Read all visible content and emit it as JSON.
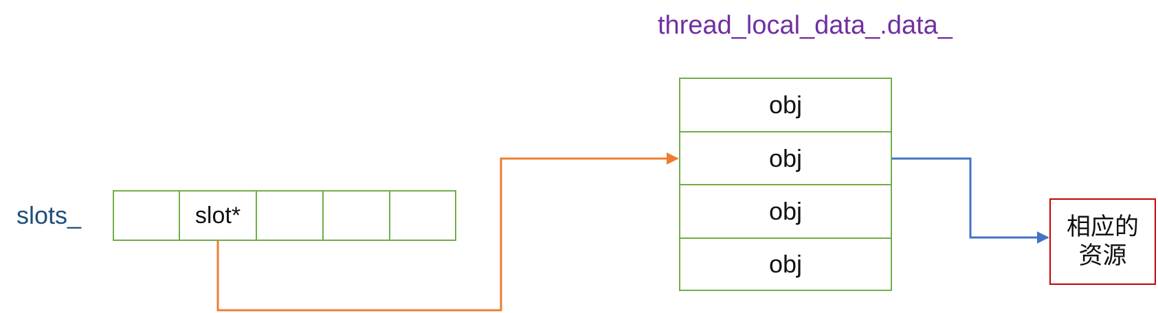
{
  "diagram": {
    "title": "thread_local_data_.data_",
    "slots_label": "slots_",
    "slot_cells": [
      "",
      "slot*",
      "",
      "",
      ""
    ],
    "data_cells": [
      "obj",
      "obj",
      "obj",
      "obj"
    ],
    "resource_label": "相应的资源"
  },
  "colors": {
    "title": "#7030a0",
    "slots_label": "#1f4e79",
    "cell_border": "#70ad47",
    "orange_arrow": "#ed7d31",
    "blue_arrow": "#4472c4",
    "resource_border": "#c00000"
  }
}
